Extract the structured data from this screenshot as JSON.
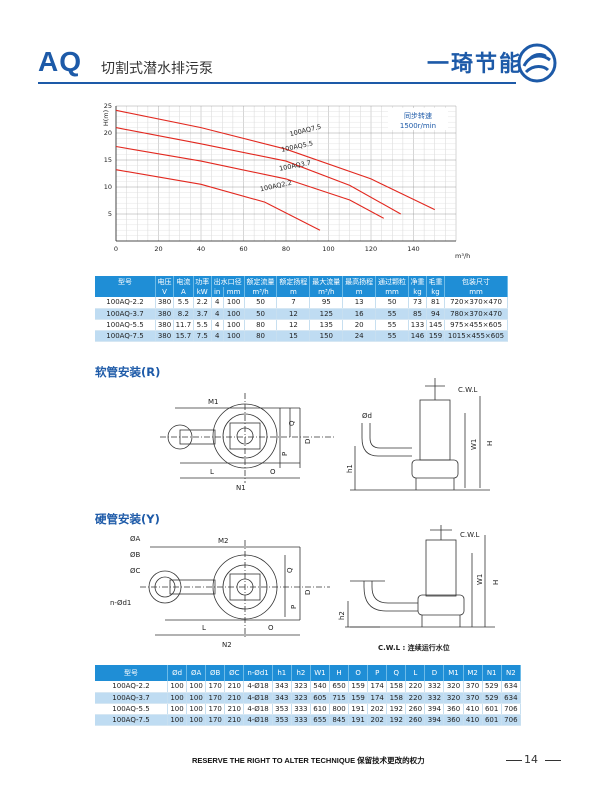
{
  "header": {
    "code": "AQ",
    "title": "切割式潜水排污泵",
    "brand": "一琦节能"
  },
  "chart_data": {
    "type": "line",
    "ylabel": "H(m)",
    "xlabel": "m³/h",
    "xlim": [
      0,
      160
    ],
    "ylim": [
      0,
      25
    ],
    "x_ticks": [
      "0",
      "20",
      "40",
      "60",
      "80",
      "100",
      "120",
      "140"
    ],
    "y_ticks": [
      "5",
      "10",
      "15",
      "20",
      "25"
    ],
    "annotation": [
      "同步转速",
      "1500r/min"
    ],
    "series": [
      {
        "name": "100AQ7.5",
        "points": [
          [
            0,
            24.2
          ],
          [
            40,
            21.0
          ],
          [
            80,
            17.0
          ],
          [
            120,
            11.5
          ],
          [
            150,
            5.8
          ]
        ]
      },
      {
        "name": "100AQ5.5",
        "points": [
          [
            0,
            21.0
          ],
          [
            40,
            18.0
          ],
          [
            80,
            14.8
          ],
          [
            110,
            10.3
          ],
          [
            134,
            5.0
          ]
        ]
      },
      {
        "name": "100AQ3.7",
        "points": [
          [
            0,
            17.5
          ],
          [
            40,
            14.8
          ],
          [
            80,
            11.5
          ],
          [
            110,
            7.6
          ],
          [
            126,
            4.2
          ]
        ]
      },
      {
        "name": "100AQ2.2",
        "points": [
          [
            0,
            13.2
          ],
          [
            40,
            10.5
          ],
          [
            70,
            7.2
          ],
          [
            96,
            2.0
          ]
        ]
      }
    ]
  },
  "table1": {
    "headers_row1": [
      "型号",
      "电压",
      "电流",
      "功率",
      "出水口径",
      "额定流量",
      "额定扬程",
      "最大流量",
      "最高扬程",
      "通过颗粒",
      "净重",
      "毛重",
      "包装尺寸"
    ],
    "headers_row2": [
      "V",
      "A",
      "kW",
      "in",
      "mm",
      "m³/h",
      "m",
      "m³/h",
      "m",
      "mm",
      "kg",
      "kg",
      "mm"
    ],
    "rows": [
      [
        "100AQ-2.2",
        "380",
        "5.5",
        "2.2",
        "4",
        "100",
        "50",
        "7",
        "95",
        "13",
        "50",
        "73",
        "81",
        "720×370×470"
      ],
      [
        "100AQ-3.7",
        "380",
        "8.2",
        "3.7",
        "4",
        "100",
        "50",
        "12",
        "125",
        "16",
        "55",
        "85",
        "94",
        "780×370×470"
      ],
      [
        "100AQ-5.5",
        "380",
        "11.7",
        "5.5",
        "4",
        "100",
        "80",
        "12",
        "135",
        "20",
        "55",
        "133",
        "145",
        "975×455×605"
      ],
      [
        "100AQ-7.5",
        "380",
        "15.7",
        "7.5",
        "4",
        "100",
        "80",
        "15",
        "150",
        "24",
        "55",
        "146",
        "159",
        "1015×455×605"
      ]
    ]
  },
  "section_r": "软管安装(R)",
  "section_y": "硬管安装(Y)",
  "drawing_r": {
    "plan_labels": [
      "M1",
      "Q",
      "D",
      "P",
      "L",
      "O",
      "N1"
    ],
    "elev_labels": [
      "C.W.L",
      "Ød",
      "h1",
      "W1",
      "H"
    ]
  },
  "drawing_y": {
    "plan_labels": [
      "ØA",
      "ØB",
      "ØC",
      "n-Ød1",
      "M2",
      "Q",
      "D",
      "P",
      "L",
      "O",
      "N2"
    ],
    "elev_labels": [
      "C.W.L",
      "h2",
      "W1",
      "H"
    ],
    "note": "C.W.L : 连续运行水位"
  },
  "table2": {
    "headers": [
      "型号",
      "Ød",
      "ØA",
      "ØB",
      "ØC",
      "n-Ød1",
      "h1",
      "h2",
      "W1",
      "H",
      "O",
      "P",
      "Q",
      "L",
      "D",
      "M1",
      "M2",
      "N1",
      "N2"
    ],
    "rows": [
      [
        "100AQ-2.2",
        "100",
        "100",
        "170",
        "210",
        "4-Ø18",
        "343",
        "323",
        "540",
        "650",
        "159",
        "174",
        "158",
        "220",
        "332",
        "320",
        "370",
        "529",
        "634"
      ],
      [
        "100AQ-3.7",
        "100",
        "100",
        "170",
        "210",
        "4-Ø18",
        "343",
        "323",
        "605",
        "715",
        "159",
        "174",
        "158",
        "220",
        "332",
        "320",
        "370",
        "529",
        "634"
      ],
      [
        "100AQ-5.5",
        "100",
        "100",
        "170",
        "210",
        "4-Ø18",
        "353",
        "333",
        "610",
        "800",
        "191",
        "202",
        "192",
        "260",
        "394",
        "360",
        "410",
        "601",
        "706"
      ],
      [
        "100AQ-7.5",
        "100",
        "100",
        "170",
        "210",
        "4-Ø18",
        "353",
        "333",
        "655",
        "845",
        "191",
        "202",
        "192",
        "260",
        "394",
        "360",
        "410",
        "601",
        "706"
      ]
    ]
  },
  "footer": {
    "text": "RESERVE THE RIGHT TO ALTER TECHNIQUE 保留技术更改的权力",
    "page": "14"
  },
  "colors": {
    "brand": "#1d5aa8",
    "table_header": "#1f8ed6",
    "row_alt": "#bfdcf2",
    "curve": "#e2281f"
  }
}
